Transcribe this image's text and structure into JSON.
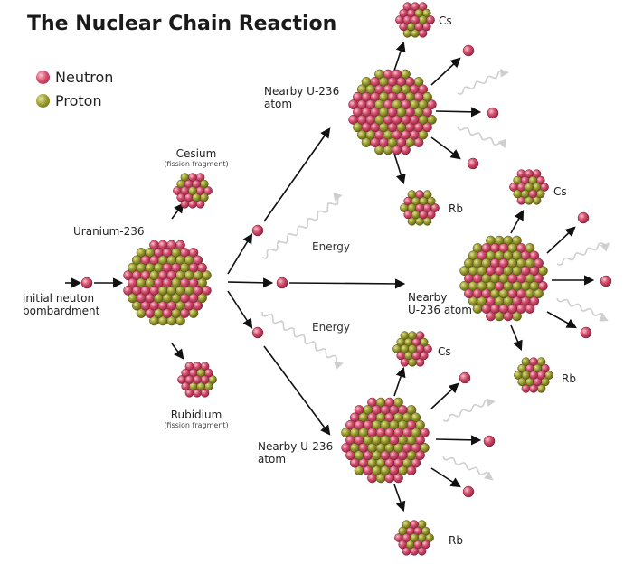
{
  "title": "The Nuclear Chain Reaction",
  "legend": [
    {
      "label": "Neutron",
      "color": "#d7506f"
    },
    {
      "label": "Proton",
      "color": "#9fa033"
    }
  ],
  "labels": {
    "initial_line1": "initial neuton",
    "initial_line2": "bombardment",
    "uranium": "Uranium-236",
    "cesium": "Cesium",
    "cesium_sub": "(fission fragment)",
    "rubidium": "Rubidium",
    "rubidium_sub": "(fission fragment)",
    "energy_top": "Energy",
    "energy_bottom": "Energy",
    "nearby_top_line1": "Nearby U-236",
    "nearby_top_line2": "atom",
    "nearby_mid_line1": "Nearby",
    "nearby_mid_line2": "U-236 atom",
    "nearby_bot_line1": "Nearby U-236",
    "nearby_bot_line2": "atom",
    "cs_top": "Cs",
    "rb_top": "Rb",
    "cs_mid": "Cs",
    "rb_mid": "Rb",
    "cs_bot": "Cs",
    "rb_bot": "Rb"
  }
}
